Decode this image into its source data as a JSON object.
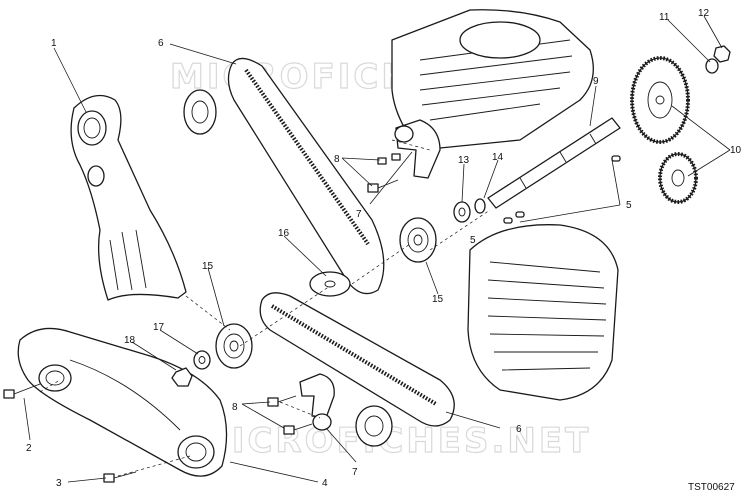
{
  "watermarks": [
    "MICROFICHES.NET",
    "MICROFICHES.NET"
  ],
  "drawing_code": "TST00627",
  "callouts": [
    "1",
    "2",
    "3",
    "4",
    "5",
    "5",
    "6",
    "6",
    "7",
    "7",
    "8",
    "8",
    "9",
    "10",
    "11",
    "12",
    "13",
    "14",
    "15",
    "15",
    "16",
    "17",
    "18"
  ]
}
